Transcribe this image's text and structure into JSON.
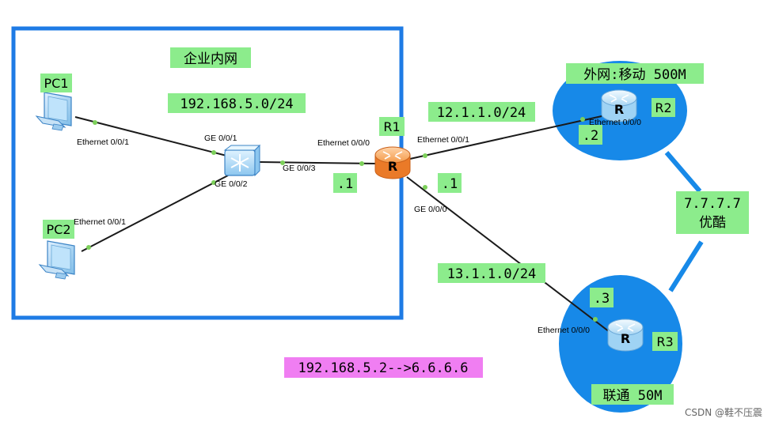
{
  "colors": {
    "network_box": "#1e7be5",
    "cloud": "#1789e8",
    "label_bg_green": "#8cec8c",
    "label_bg_pink": "#f07ef2",
    "link": "#1a1a1a",
    "port_dot": "#7cd05a"
  },
  "labels": {
    "enterprise_net": "企业内网",
    "enterprise_subnet": "192.168.5.0/24",
    "r1_dot1_left": ".1",
    "link_r1_r2": "12.1.1.0/24",
    "r1_dot1_right": ".1",
    "r2_dot2": ".2",
    "isp_mobile": "外网:移动 500M",
    "youku_ip": "7.7.7.7",
    "youku_name": "优酷",
    "link_r1_r3": "13.1.1.0/24",
    "r3_dot3": ".3",
    "isp_unicom": "联通 50M",
    "nat_mapping": "192.168.5.2-->6.6.6.6"
  },
  "devices": {
    "pc1": "PC1",
    "pc2": "PC2",
    "r1": "R1",
    "r2": "R2",
    "r3": "R3",
    "router_glyph": "R"
  },
  "ports": {
    "pc1_eth": "Ethernet 0/0/1",
    "pc2_eth": "Ethernet 0/0/1",
    "sw_ge001": "GE 0/0/1",
    "sw_ge002": "GE 0/0/2",
    "sw_ge003": "GE 0/0/3",
    "r1_eth000": "Ethernet 0/0/0",
    "r1_eth001": "Ethernet 0/0/1",
    "r1_ge000": "GE 0/0/0",
    "r2_eth000": "Ethernet 0/0/0",
    "r3_eth000": "Ethernet 0/0/0"
  },
  "watermark": "CSDN @鞋不压震"
}
